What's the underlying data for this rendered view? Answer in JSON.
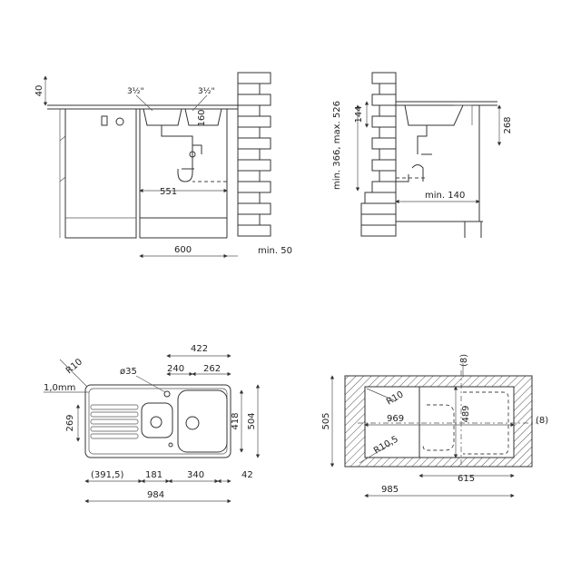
{
  "side_view": {
    "dim_40": "40",
    "dim_valve_left": "3½\"",
    "dim_valve_right": "3½\"",
    "dim_160": "160",
    "dim_551": "551",
    "dim_600": "600",
    "dim_min50": "min. 50"
  },
  "wall_view": {
    "dim_min_range": "min. 366, max. 526",
    "dim_144": "144",
    "dim_268": "268",
    "dim_min140": "min. 140"
  },
  "top_view": {
    "dim_R10": "R10",
    "dim_1mm": "1,0mm",
    "dim_d35": "ø35",
    "dim_422": "422",
    "dim_240": "240",
    "dim_262": "262",
    "dim_269": "269",
    "dim_418": "418",
    "dim_504": "504",
    "dim_391": "(391,5)",
    "dim_181": "181",
    "dim_340": "340",
    "dim_42": "42",
    "dim_984": "984"
  },
  "cutout_view": {
    "dim_8_top": "(8)",
    "dim_R10": "R10",
    "dim_969": "969",
    "dim_489": "489",
    "dim_8_right": "(8)",
    "dim_505": "505",
    "dim_R105": "R10,5",
    "dim_615": "615",
    "dim_985": "985"
  }
}
